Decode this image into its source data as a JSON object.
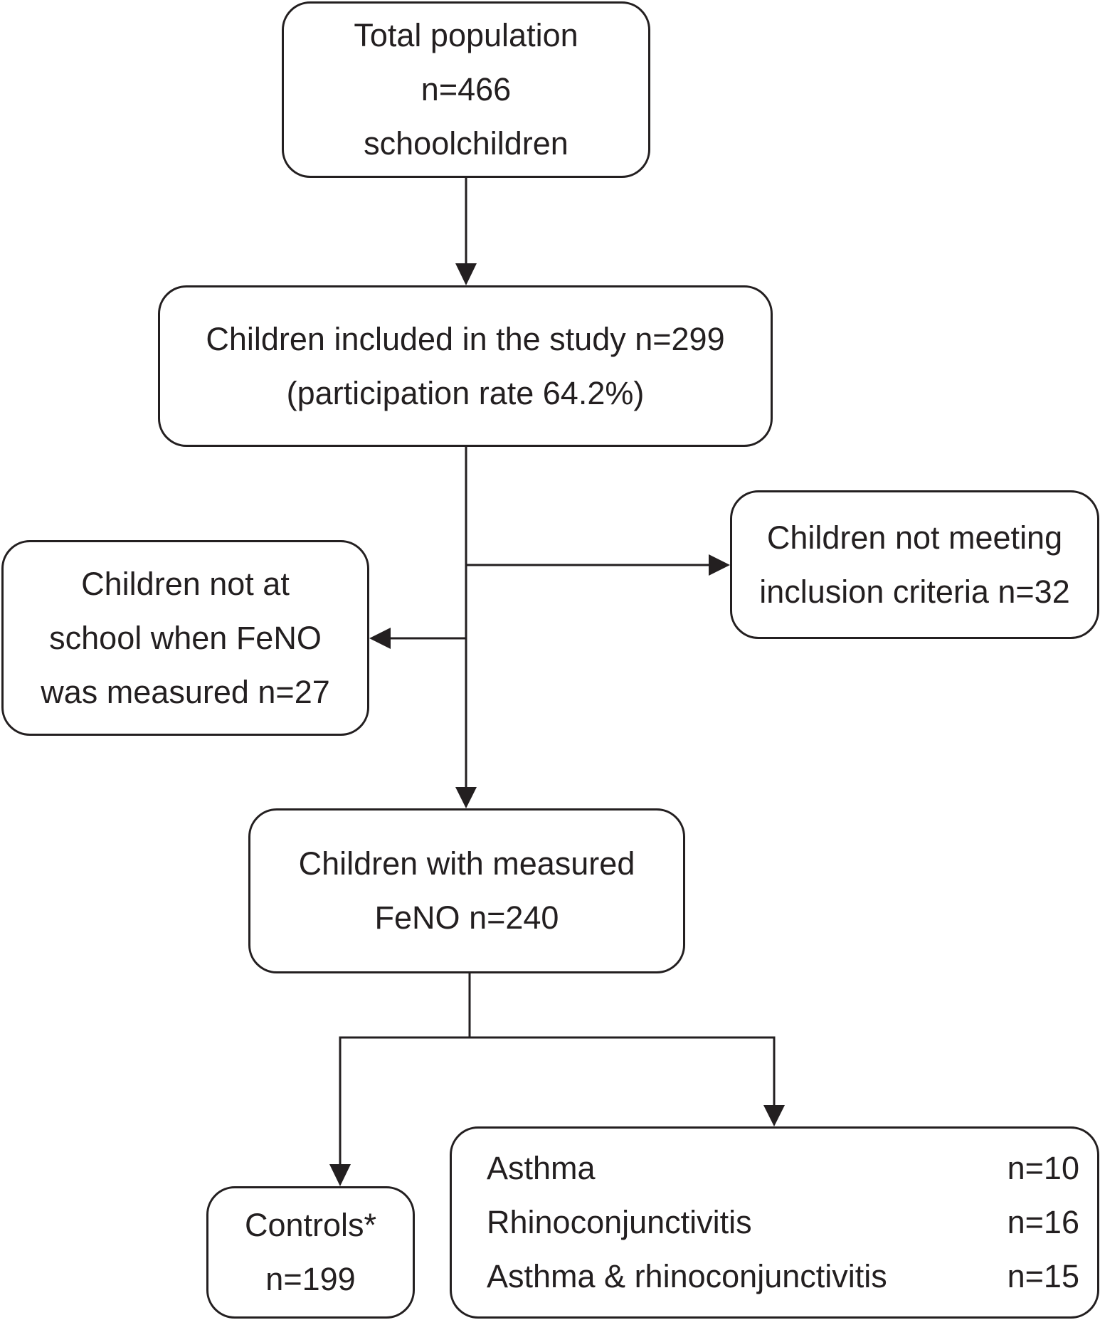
{
  "boxes": {
    "total": {
      "lines": [
        "Total population",
        "n=466",
        "schoolchildren"
      ]
    },
    "included": {
      "lines": [
        "Children included in the study n=299",
        "(participation rate 64.2%)"
      ]
    },
    "not_meeting": {
      "lines": [
        "Children not meeting",
        "inclusion criteria n=32"
      ]
    },
    "not_at_school": {
      "lines": [
        "Children not at",
        "school when FeNO",
        "was measured n=27"
      ]
    },
    "measured": {
      "lines": [
        "Children with measured",
        "FeNO n=240"
      ]
    },
    "controls": {
      "lines": [
        "Controls*",
        "n=199"
      ]
    },
    "groups": {
      "rows": [
        {
          "label": "Asthma",
          "count": "n=10"
        },
        {
          "label": "Rhinoconjunctivitis",
          "count": "n=16"
        },
        {
          "label": "Asthma & rhinoconjunctivitis",
          "count": "n=15"
        }
      ]
    }
  },
  "colors": {
    "line": "#231f20",
    "background": "#ffffff"
  }
}
